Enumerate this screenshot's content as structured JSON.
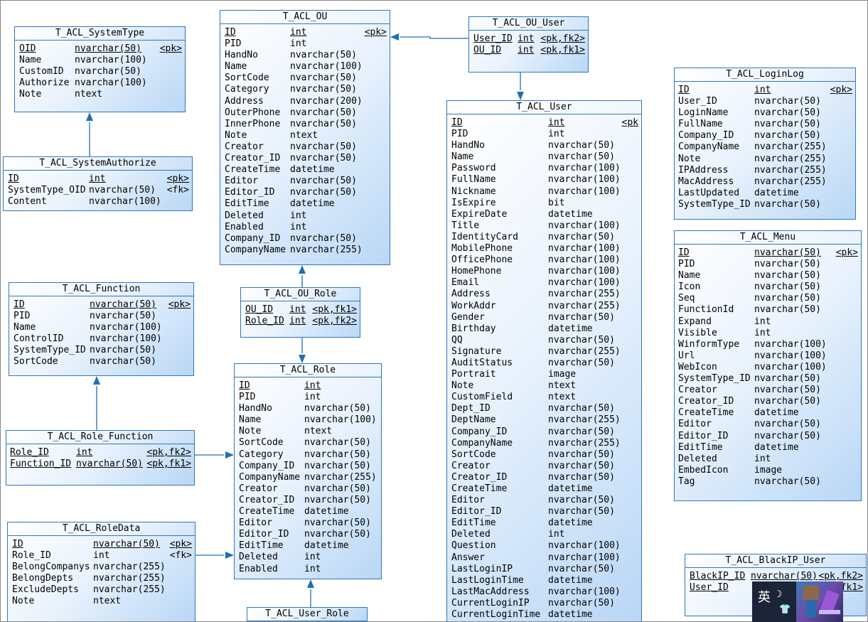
{
  "entities": {
    "systemtype": {
      "title": "T_ACL_SystemType",
      "rows": [
        {
          "name": "OID",
          "type": "nvarchar(50)",
          "key": "<pk>",
          "pk": true
        },
        {
          "name": "Name",
          "type": "nvarchar(100)",
          "key": ""
        },
        {
          "name": "CustomID",
          "type": "nvarchar(50)",
          "key": ""
        },
        {
          "name": "Authorize",
          "type": "nvarchar(100)",
          "key": ""
        },
        {
          "name": "Note",
          "type": "ntext",
          "key": ""
        }
      ]
    },
    "systemauthorize": {
      "title": "T_ACL_SystemAuthorize",
      "rows": [
        {
          "name": "ID",
          "type": "int",
          "key": "<pk>",
          "pk": true
        },
        {
          "name": "SystemType_OID",
          "type": "nvarchar(50)",
          "key": "<fk>"
        },
        {
          "name": "Content",
          "type": "nvarchar(100)",
          "key": ""
        }
      ]
    },
    "ou": {
      "title": "T_ACL_OU",
      "rows": [
        {
          "name": "ID",
          "type": "int",
          "key": "<pk>",
          "pk": true
        },
        {
          "name": "PID",
          "type": "int",
          "key": ""
        },
        {
          "name": "HandNo",
          "type": "nvarchar(50)",
          "key": ""
        },
        {
          "name": "Name",
          "type": "nvarchar(100)",
          "key": ""
        },
        {
          "name": "SortCode",
          "type": "nvarchar(50)",
          "key": ""
        },
        {
          "name": "Category",
          "type": "nvarchar(50)",
          "key": ""
        },
        {
          "name": "Address",
          "type": "nvarchar(200)",
          "key": ""
        },
        {
          "name": "OuterPhone",
          "type": "nvarchar(50)",
          "key": ""
        },
        {
          "name": "InnerPhone",
          "type": "nvarchar(50)",
          "key": ""
        },
        {
          "name": "Note",
          "type": "ntext",
          "key": ""
        },
        {
          "name": "Creator",
          "type": "nvarchar(50)",
          "key": ""
        },
        {
          "name": "Creator_ID",
          "type": "nvarchar(50)",
          "key": ""
        },
        {
          "name": "CreateTime",
          "type": "datetime",
          "key": ""
        },
        {
          "name": "Editor",
          "type": "nvarchar(50)",
          "key": ""
        },
        {
          "name": "Editor_ID",
          "type": "nvarchar(50)",
          "key": ""
        },
        {
          "name": "EditTime",
          "type": "datetime",
          "key": ""
        },
        {
          "name": "Deleted",
          "type": "int",
          "key": ""
        },
        {
          "name": "Enabled",
          "type": "int",
          "key": ""
        },
        {
          "name": "Company_ID",
          "type": "nvarchar(50)",
          "key": ""
        },
        {
          "name": "CompanyName",
          "type": "nvarchar(255)",
          "key": ""
        }
      ]
    },
    "ou_user": {
      "title": "T_ACL_OU_User",
      "rows": [
        {
          "name": "User_ID",
          "type": "int",
          "key": "<pk,fk2>",
          "pk": true
        },
        {
          "name": "OU_ID",
          "type": "int",
          "key": "<pk,fk1>",
          "pk": true
        }
      ]
    },
    "user": {
      "title": "T_ACL_User",
      "rows": [
        {
          "name": "ID",
          "type": "int",
          "key": "<pk",
          "pk": true
        },
        {
          "name": "PID",
          "type": "int",
          "key": ""
        },
        {
          "name": "HandNo",
          "type": "nvarchar(50)",
          "key": ""
        },
        {
          "name": "Name",
          "type": "nvarchar(50)",
          "key": ""
        },
        {
          "name": "Password",
          "type": "nvarchar(100)",
          "key": ""
        },
        {
          "name": "FullName",
          "type": "nvarchar(100)",
          "key": ""
        },
        {
          "name": "Nickname",
          "type": "nvarchar(100)",
          "key": ""
        },
        {
          "name": "IsExpire",
          "type": "bit",
          "key": ""
        },
        {
          "name": "ExpireDate",
          "type": "datetime",
          "key": ""
        },
        {
          "name": "Title",
          "type": "nvarchar(100)",
          "key": ""
        },
        {
          "name": "IdentityCard",
          "type": "nvarchar(50)",
          "key": ""
        },
        {
          "name": "MobilePhone",
          "type": "nvarchar(100)",
          "key": ""
        },
        {
          "name": "OfficePhone",
          "type": "nvarchar(100)",
          "key": ""
        },
        {
          "name": "HomePhone",
          "type": "nvarchar(100)",
          "key": ""
        },
        {
          "name": "Email",
          "type": "nvarchar(100)",
          "key": ""
        },
        {
          "name": "Address",
          "type": "nvarchar(255)",
          "key": ""
        },
        {
          "name": "WorkAddr",
          "type": "nvarchar(255)",
          "key": ""
        },
        {
          "name": "Gender",
          "type": "nvarchar(50)",
          "key": ""
        },
        {
          "name": "Birthday",
          "type": "datetime",
          "key": ""
        },
        {
          "name": "QQ",
          "type": "nvarchar(50)",
          "key": ""
        },
        {
          "name": "Signature",
          "type": "nvarchar(255)",
          "key": ""
        },
        {
          "name": "AuditStatus",
          "type": "nvarchar(50)",
          "key": ""
        },
        {
          "name": "Portrait",
          "type": "image",
          "key": ""
        },
        {
          "name": "Note",
          "type": "ntext",
          "key": ""
        },
        {
          "name": "CustomField",
          "type": "ntext",
          "key": ""
        },
        {
          "name": "Dept_ID",
          "type": "nvarchar(50)",
          "key": ""
        },
        {
          "name": "DeptName",
          "type": "nvarchar(255)",
          "key": ""
        },
        {
          "name": "Company_ID",
          "type": "nvarchar(50)",
          "key": ""
        },
        {
          "name": "CompanyName",
          "type": "nvarchar(255)",
          "key": ""
        },
        {
          "name": "SortCode",
          "type": "nvarchar(50)",
          "key": ""
        },
        {
          "name": "Creator",
          "type": "nvarchar(50)",
          "key": ""
        },
        {
          "name": "Creator_ID",
          "type": "nvarchar(50)",
          "key": ""
        },
        {
          "name": "CreateTime",
          "type": "datetime",
          "key": ""
        },
        {
          "name": "Editor",
          "type": "nvarchar(50)",
          "key": ""
        },
        {
          "name": "Editor_ID",
          "type": "nvarchar(50)",
          "key": ""
        },
        {
          "name": "EditTime",
          "type": "datetime",
          "key": ""
        },
        {
          "name": "Deleted",
          "type": "int",
          "key": ""
        },
        {
          "name": "Question",
          "type": "nvarchar(100)",
          "key": ""
        },
        {
          "name": "Answer",
          "type": "nvarchar(100)",
          "key": ""
        },
        {
          "name": "LastLoginIP",
          "type": "nvarchar(50)",
          "key": ""
        },
        {
          "name": "LastLoginTime",
          "type": "datetime",
          "key": ""
        },
        {
          "name": "LastMacAddress",
          "type": "nvarchar(100)",
          "key": ""
        },
        {
          "name": "CurrentLoginIP",
          "type": "nvarchar(50)",
          "key": ""
        },
        {
          "name": "CurrentLoginTime",
          "type": "datetime",
          "key": ""
        }
      ]
    },
    "loginlog": {
      "title": "T_ACL_LoginLog",
      "rows": [
        {
          "name": "ID",
          "type": "int",
          "key": "<pk>",
          "pk": true
        },
        {
          "name": "User_ID",
          "type": "nvarchar(50)",
          "key": ""
        },
        {
          "name": "LoginName",
          "type": "nvarchar(50)",
          "key": ""
        },
        {
          "name": "FullName",
          "type": "nvarchar(50)",
          "key": ""
        },
        {
          "name": "Company_ID",
          "type": "nvarchar(50)",
          "key": ""
        },
        {
          "name": "CompanyName",
          "type": "nvarchar(255)",
          "key": ""
        },
        {
          "name": "Note",
          "type": "nvarchar(255)",
          "key": ""
        },
        {
          "name": "IPAddress",
          "type": "nvarchar(255)",
          "key": ""
        },
        {
          "name": "MacAddress",
          "type": "nvarchar(255)",
          "key": ""
        },
        {
          "name": "LastUpdated",
          "type": "datetime",
          "key": ""
        },
        {
          "name": "SystemType_ID",
          "type": "nvarchar(50)",
          "key": ""
        }
      ]
    },
    "menu": {
      "title": "T_ACL_Menu",
      "rows": [
        {
          "name": "ID",
          "type": "nvarchar(50)",
          "key": "<pk>",
          "pk": true
        },
        {
          "name": "PID",
          "type": "nvarchar(50)",
          "key": ""
        },
        {
          "name": "Name",
          "type": "nvarchar(50)",
          "key": ""
        },
        {
          "name": "Icon",
          "type": "nvarchar(50)",
          "key": ""
        },
        {
          "name": "Seq",
          "type": "nvarchar(50)",
          "key": ""
        },
        {
          "name": "FunctionId",
          "type": "nvarchar(50)",
          "key": ""
        },
        {
          "name": "Expand",
          "type": "int",
          "key": ""
        },
        {
          "name": "Visible",
          "type": "int",
          "key": ""
        },
        {
          "name": "WinformType",
          "type": "nvarchar(100)",
          "key": ""
        },
        {
          "name": "Url",
          "type": "nvarchar(100)",
          "key": ""
        },
        {
          "name": "WebIcon",
          "type": "nvarchar(100)",
          "key": ""
        },
        {
          "name": "SystemType_ID",
          "type": "nvarchar(50)",
          "key": ""
        },
        {
          "name": "Creator",
          "type": "nvarchar(50)",
          "key": ""
        },
        {
          "name": "Creator_ID",
          "type": "nvarchar(50)",
          "key": ""
        },
        {
          "name": "CreateTime",
          "type": "datetime",
          "key": ""
        },
        {
          "name": "Editor",
          "type": "nvarchar(50)",
          "key": ""
        },
        {
          "name": "Editor_ID",
          "type": "nvarchar(50)",
          "key": ""
        },
        {
          "name": "EditTime",
          "type": "datetime",
          "key": ""
        },
        {
          "name": "Deleted",
          "type": "int",
          "key": ""
        },
        {
          "name": "EmbedIcon",
          "type": "image",
          "key": ""
        },
        {
          "name": "Tag",
          "type": "nvarchar(50)",
          "key": ""
        }
      ]
    },
    "function": {
      "title": "T_ACL_Function",
      "rows": [
        {
          "name": "ID",
          "type": "nvarchar(50)",
          "key": "<pk>",
          "pk": true
        },
        {
          "name": "PID",
          "type": "nvarchar(50)",
          "key": ""
        },
        {
          "name": "Name",
          "type": "nvarchar(100)",
          "key": ""
        },
        {
          "name": "ControlID",
          "type": "nvarchar(100)",
          "key": ""
        },
        {
          "name": "SystemType_ID",
          "type": "nvarchar(50)",
          "key": ""
        },
        {
          "name": "SortCode",
          "type": "nvarchar(50)",
          "key": ""
        }
      ]
    },
    "ou_role": {
      "title": "T_ACL_OU_Role",
      "rows": [
        {
          "name": "OU_ID",
          "type": "int",
          "key": "<pk,fk1>",
          "pk": true
        },
        {
          "name": "Role_ID",
          "type": "int",
          "key": "<pk,fk2>",
          "pk": true
        }
      ]
    },
    "role": {
      "title": "T_ACL_Role",
      "rows": [
        {
          "name": "ID",
          "type": "int",
          "key": "",
          "pk": true
        },
        {
          "name": "PID",
          "type": "int",
          "key": ""
        },
        {
          "name": "HandNo",
          "type": "nvarchar(50)",
          "key": ""
        },
        {
          "name": "Name",
          "type": "nvarchar(100)",
          "key": ""
        },
        {
          "name": "Note",
          "type": "ntext",
          "key": ""
        },
        {
          "name": "SortCode",
          "type": "nvarchar(50)",
          "key": ""
        },
        {
          "name": "Category",
          "type": "nvarchar(50)",
          "key": ""
        },
        {
          "name": "Company_ID",
          "type": "nvarchar(50)",
          "key": ""
        },
        {
          "name": "CompanyName",
          "type": "nvarchar(255)",
          "key": ""
        },
        {
          "name": "Creator",
          "type": "nvarchar(50)",
          "key": ""
        },
        {
          "name": "Creator_ID",
          "type": "nvarchar(50)",
          "key": ""
        },
        {
          "name": "CreateTime",
          "type": "datetime",
          "key": ""
        },
        {
          "name": "Editor",
          "type": "nvarchar(50)",
          "key": ""
        },
        {
          "name": "Editor_ID",
          "type": "nvarchar(50)",
          "key": ""
        },
        {
          "name": "EditTime",
          "type": "datetime",
          "key": ""
        },
        {
          "name": "Deleted",
          "type": "int",
          "key": ""
        },
        {
          "name": "Enabled",
          "type": "int",
          "key": ""
        }
      ]
    },
    "role_function": {
      "title": "T_ACL_Role_Function",
      "rows": [
        {
          "name": "Role_ID",
          "type": "int",
          "key": "<pk,fk2>",
          "pk": true
        },
        {
          "name": "Function_ID",
          "type": "nvarchar(50)",
          "key": "<pk,fk1>",
          "pk": true
        }
      ]
    },
    "roledata": {
      "title": "T_ACL_RoleData",
      "rows": [
        {
          "name": "ID",
          "type": "nvarchar(50)",
          "key": "<pk>",
          "pk": true
        },
        {
          "name": "Role_ID",
          "type": "int",
          "key": "<fk>"
        },
        {
          "name": "BelongCompanys",
          "type": "nvarchar(255)",
          "key": ""
        },
        {
          "name": "BelongDepts",
          "type": "nvarchar(255)",
          "key": ""
        },
        {
          "name": "ExcludeDepts",
          "type": "nvarchar(255)",
          "key": ""
        },
        {
          "name": "Note",
          "type": "ntext",
          "key": ""
        }
      ]
    },
    "user_role": {
      "title": "T_ACL_User_Role",
      "rows": []
    },
    "blackip_user": {
      "title": "T_ACL_BlackIP_User",
      "rows": [
        {
          "name": "BlackIP_ID",
          "type": "nvarchar(50)",
          "key": "<pk,fk2>",
          "pk": true
        },
        {
          "name": "User_ID",
          "type": "",
          "key": "fk1>",
          "pk": true
        }
      ]
    }
  },
  "ime": {
    "char": "英",
    "moon": "☽",
    "shirt": "👕"
  }
}
